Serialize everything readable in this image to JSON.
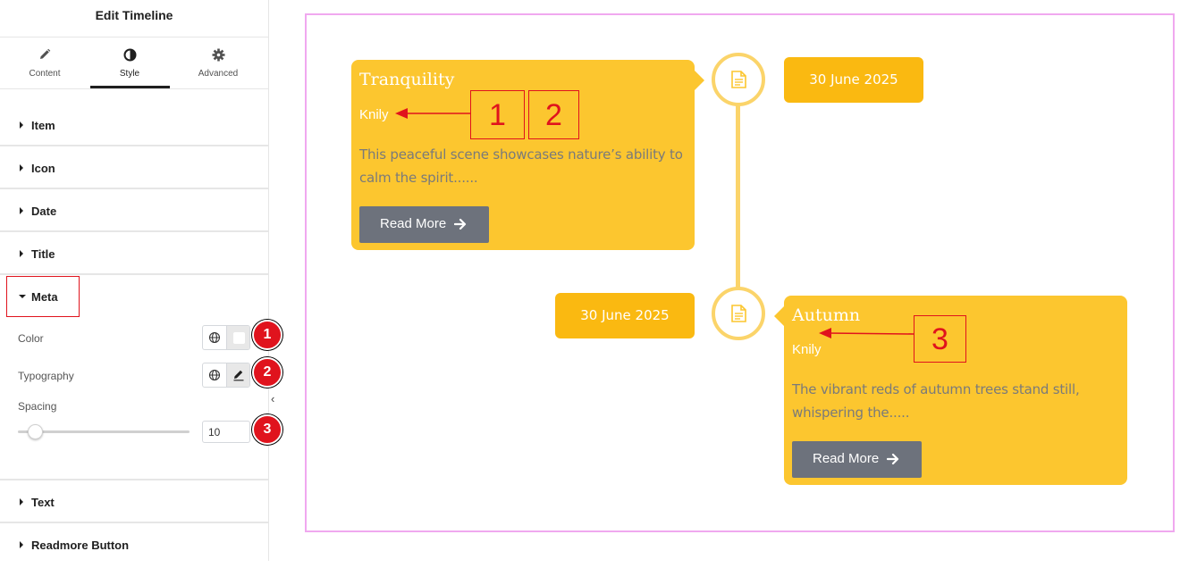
{
  "panel": {
    "title": "Edit Timeline",
    "tabs": [
      {
        "label": "Content",
        "icon": "pencil-icon"
      },
      {
        "label": "Style",
        "icon": "contrast-icon",
        "active": true
      },
      {
        "label": "Advanced",
        "icon": "gear-icon"
      }
    ],
    "sections": {
      "item": "Item",
      "icon": "Icon",
      "date": "Date",
      "title": "Title",
      "meta": "Meta",
      "text": "Text",
      "readmore": "Readmore Button"
    },
    "meta_controls": {
      "color_label": "Color",
      "typography_label": "Typography",
      "spacing_label": "Spacing",
      "spacing_value": "10"
    }
  },
  "annotations": {
    "badges": [
      "1",
      "2",
      "3"
    ],
    "boxes": [
      "1",
      "2",
      "3"
    ]
  },
  "timeline": {
    "items": [
      {
        "title": "Tranquility",
        "meta": "Knily",
        "text": "This peaceful scene showcases nature’s ability to calm the spirit......",
        "button": "Read More",
        "date": "30 June 2025"
      },
      {
        "title": "Autumn",
        "meta": "Knily",
        "text": "The vibrant reds of autumn trees stand still, whispering the.....",
        "button": "Read More",
        "date": "30 June 2025"
      }
    ]
  },
  "colors": {
    "card": "#fcc62f",
    "date": "#fab911",
    "button": "#6d727c",
    "annotation": "#e0131d",
    "canvas_border": "#f0a8ef"
  }
}
